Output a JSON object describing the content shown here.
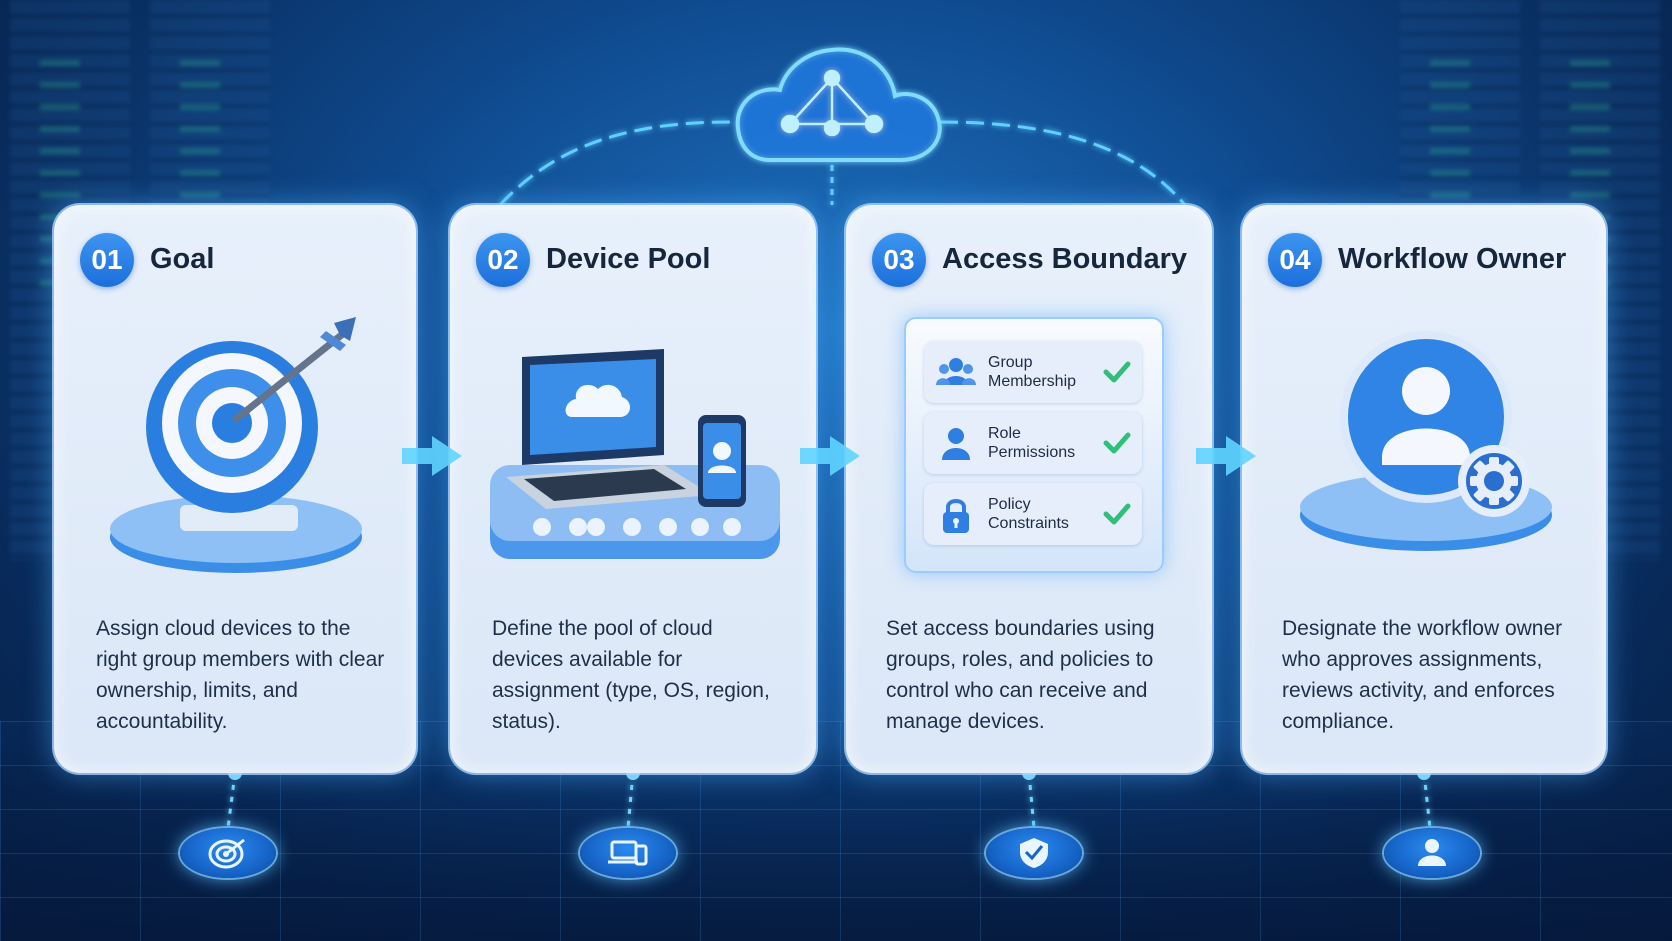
{
  "steps": [
    {
      "number": "01",
      "title": "Goal",
      "description": "Assign cloud devices to the right group members with clear ownership, limits, and accountability.",
      "icon": "target-icon"
    },
    {
      "number": "02",
      "title": "Device Pool",
      "description": "Define the pool of cloud devices available for assignment (type, OS, region, status).",
      "icon": "laptop-phone-icon"
    },
    {
      "number": "03",
      "title": "Access Boundary",
      "description": "Set access boundaries using groups, roles, and policies to control who can receive and manage devices.",
      "icon": "shield-icon",
      "checklist": [
        {
          "label": "Group Membership",
          "icon": "group-icon"
        },
        {
          "label": "Role Permissions",
          "icon": "user-icon"
        },
        {
          "label": "Policy Constraints",
          "icon": "lock-icon"
        }
      ]
    },
    {
      "number": "04",
      "title": "Workflow Owner",
      "description": "Designate the workflow owner who approves assignments, reviews activity, and enforces compliance.",
      "icon": "user-gear-icon"
    }
  ],
  "colors": {
    "accent": "#1c6fdc",
    "glow": "#4fc3ff",
    "check": "#2fbf7a",
    "card": "#e3edf9"
  }
}
